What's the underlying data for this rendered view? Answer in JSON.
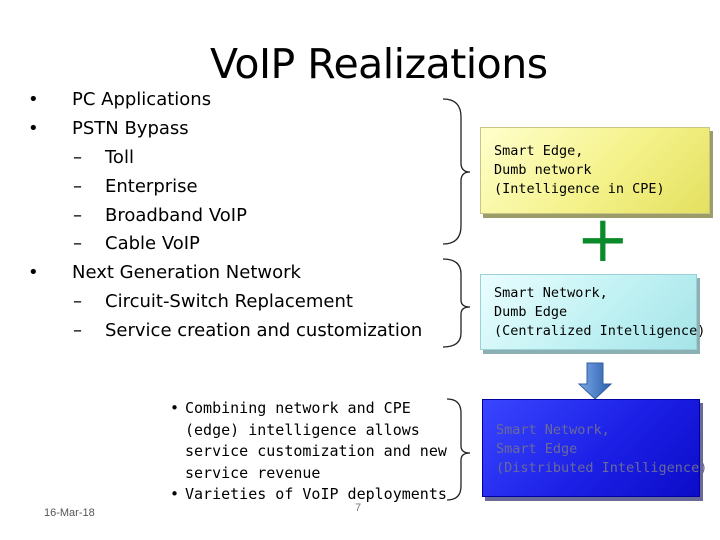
{
  "slide": {
    "title": "VoIP Realizations",
    "bullet_marker": "•",
    "dash_marker": "–",
    "bullets": [
      {
        "label": "PC Applications",
        "subs": []
      },
      {
        "label": "PSTN Bypass",
        "subs": [
          "Toll",
          "Enterprise",
          "Broadband VoIP",
          "Cable VoIP"
        ]
      },
      {
        "label": "Next Generation Network",
        "subs": [
          "Circuit-Switch Replacement",
          "Service creation and customization"
        ]
      }
    ],
    "boxes": [
      {
        "lines": [
          "Smart Edge,",
          "Dumb network",
          "(Intelligence in CPE)"
        ]
      },
      {
        "lines": [
          "Smart Network,",
          "Dumb Edge",
          "(Centralized Intelligence)"
        ]
      },
      {
        "lines": [
          "Smart Network,",
          "Smart Edge",
          "(Distributed Intelligence)"
        ]
      }
    ],
    "plus_symbol": "+",
    "bottom_bullets": [
      [
        "Combining network and CPE",
        "(edge) intelligence allows",
        "service customization and new",
        "service revenue"
      ],
      [
        "Varieties of VoIP deployments"
      ]
    ],
    "footer": {
      "date": "16-Mar-18",
      "page_number": "7"
    },
    "colors": {
      "plus": "#0a8a2a",
      "box1": "#f4f28a",
      "box2": "#bdf0f2",
      "box3": "#1c20e6",
      "arrow": "#4d84cf"
    }
  }
}
